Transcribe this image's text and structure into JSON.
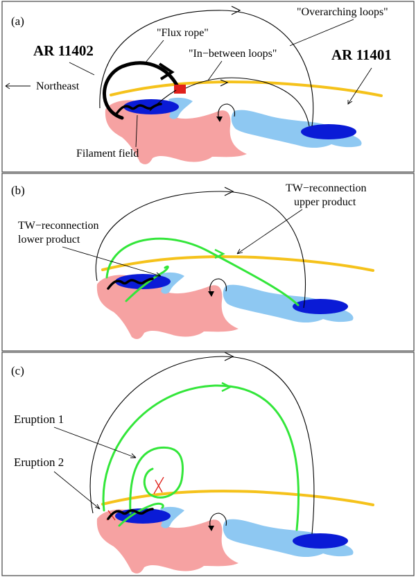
{
  "panels": [
    {
      "tag": "(a)",
      "labels": {
        "ar_left": "AR 11402",
        "ar_right": "AR 11401",
        "northeast": "Northeast",
        "flux_rope": "\"Flux rope\"",
        "in_between": "\"In−between loops\"",
        "overarching": "\"Overarching loops\"",
        "filament_field": "Filament field"
      }
    },
    {
      "tag": "(b)",
      "labels": {
        "upper_1": "TW−reconnection",
        "upper_2": "upper product",
        "lower_1": "TW−reconnection",
        "lower_2": "lower product"
      }
    },
    {
      "tag": "(c)",
      "labels": {
        "eruption_1": "Eruption 1",
        "eruption_2": "Eruption 2"
      }
    }
  ],
  "colors": {
    "positive_polarity": "#f6a2a2",
    "negative_polarity_weak": "#8ec8f2",
    "negative_polarity_strong": "#0a1bd6",
    "polarity_inversion_line": "#f5c21b",
    "reconnected_field": "#33e63a",
    "reconnection_site": "#e0201b"
  }
}
